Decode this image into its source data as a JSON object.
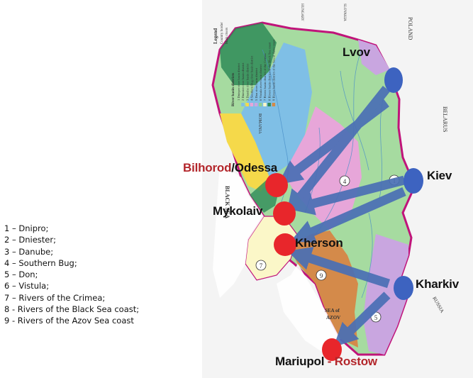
{
  "legend_list": [
    "1 – Dnipro;",
    "2 – Dniester;",
    " 3 – Danube;",
    "4 – Southern Bug;",
    "5 – Don;",
    " 6 – Vistula;",
    " 7 – Rivers of the Crimea;",
    "8 - Rivers of the Black Sea coast;",
    "9 - Rivers of the Azov Sea coast"
  ],
  "map_legend": {
    "title": "Legend",
    "country_border": "Country border",
    "main_rivers": "Main rivers",
    "districts_title": "River basin districts",
    "items": [
      "1  Dnieper river basin district",
      "2  Dniester river basin district",
      "3  Danube river basin district",
      "4  Southern Bug river basin district",
      "5  Don river basin district",
      "6  Vistula river basin district",
      "7  Rivers basin district of the Crimea",
      "8  Rivers basin district of the Black Sea coast",
      "9  Rivers basin district of the Sea of Azov coast"
    ],
    "colors": [
      "#a6dba0",
      "#7fbfe6",
      "#f5d94a",
      "#e7a6d9",
      "#c9a6e0",
      "#8fcf8f",
      "#fbf7c8",
      "#2e8b57",
      "#d48a4a"
    ]
  },
  "countries": {
    "poland": "POLAND",
    "belarus": "BELARUS",
    "russia": "RUSSIA",
    "romania": "ROMANIA",
    "hungary": "HUNGARY",
    "slovakia": "SLOVAKIA"
  },
  "seas": {
    "black_sea": "BLACK SEA",
    "sea_of_azov_1": "SEA of",
    "sea_of_azov_2": "AZOV"
  },
  "cities": {
    "lvov": "Lvov",
    "kiev": "Kiev",
    "bilhorod": "Bilhorod",
    "odessa": "/Odessa",
    "mykolaiv": "Mykolaiv",
    "kherson": "Kherson",
    "kharkiv": "Kharkiv",
    "mariupol": "Mariupol",
    "rostow": "- Rostow"
  },
  "district_numbers": [
    "1",
    "4",
    "5",
    "7",
    "9"
  ],
  "colors": {
    "arrow": "#4a6fb5",
    "node_blue": "#3d63c0",
    "node_red": "#e8262b",
    "border": "#c0147a",
    "label_red": "#b3262b"
  }
}
